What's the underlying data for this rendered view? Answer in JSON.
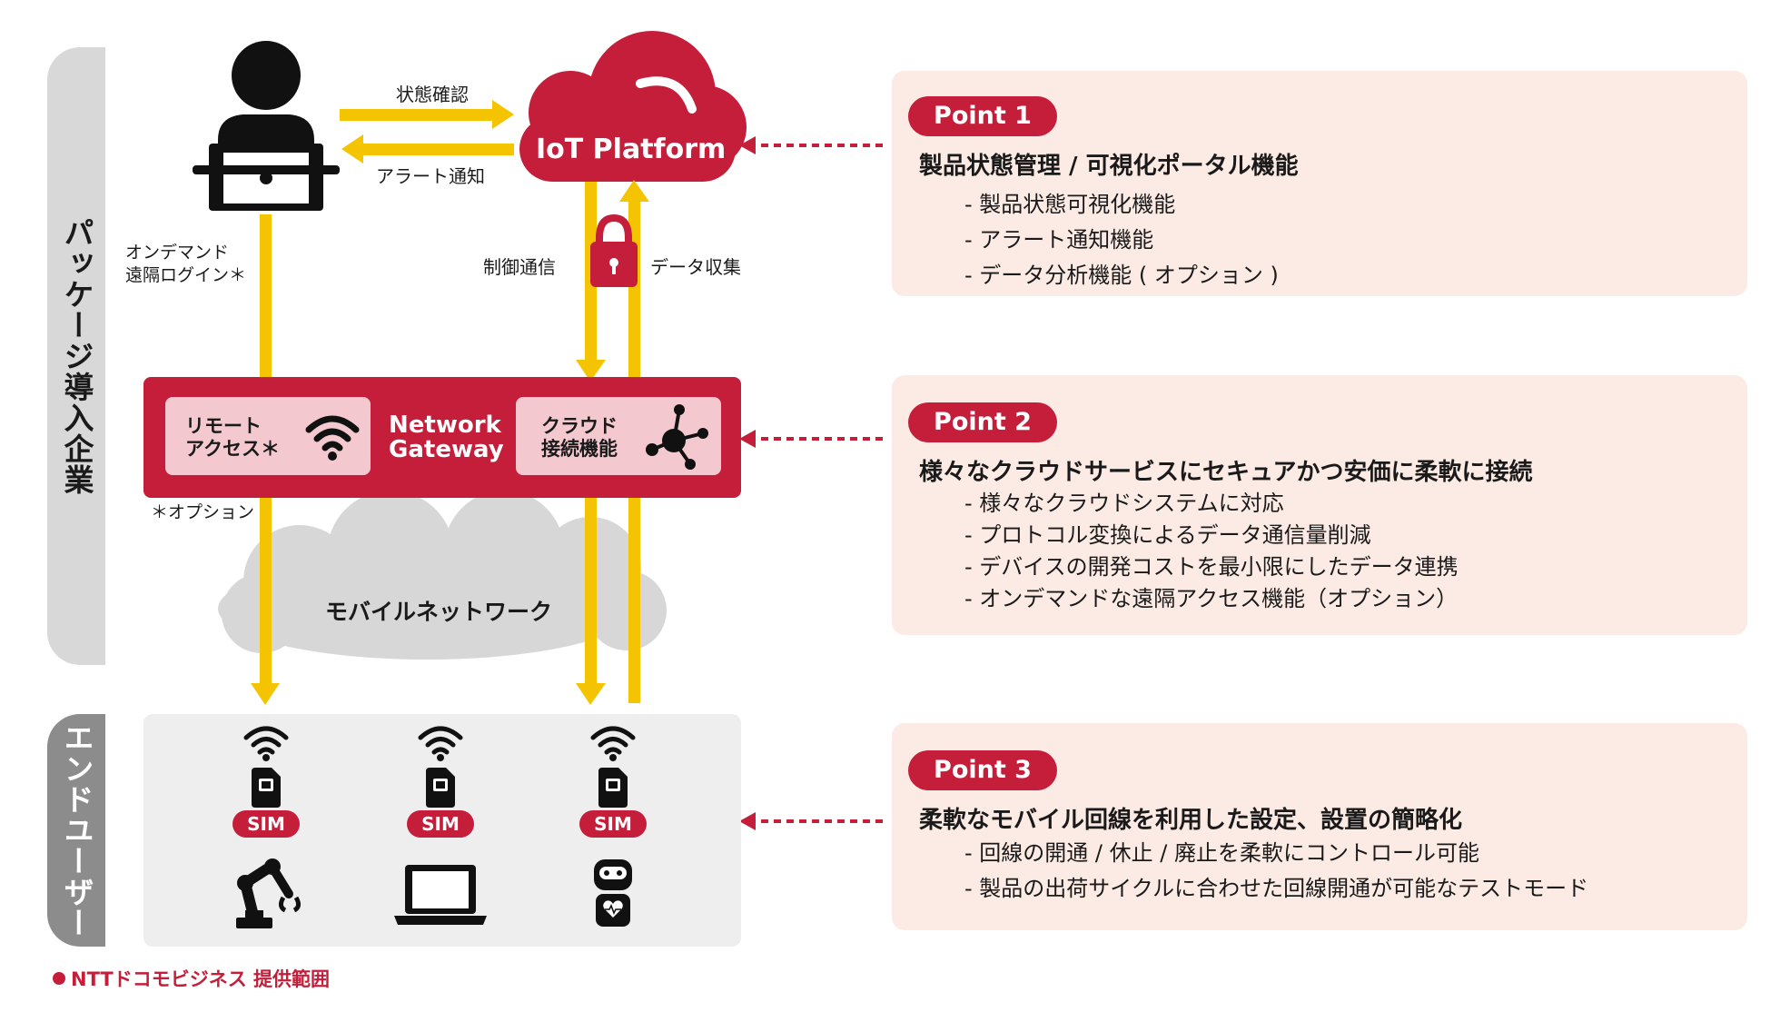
{
  "side_labels": {
    "package_company": "パッケージ導入企業",
    "end_user": "エンドユーザー"
  },
  "diagram": {
    "cloud_title": "IoT Platform",
    "status_check": "状態確認",
    "alert_notice": "アラート通知",
    "on_demand_line1": "オンデマンド",
    "on_demand_line2": "遠隔ログイン＊",
    "control_comm": "制御通信",
    "data_collect": "データ収集",
    "remote_line1": "リモート",
    "remote_line2": "アクセス＊",
    "gateway_line1": "Network",
    "gateway_line2": "Gateway",
    "cloud_conn_line1": "クラウド",
    "cloud_conn_line2": "接続機能",
    "option_note": "＊オプション",
    "mobile_network": "モバイルネットワーク",
    "sim_labels": [
      "SIM",
      "SIM",
      "SIM"
    ],
    "devices": [
      "robot-arm-icon",
      "laptop-icon",
      "robot-icon"
    ]
  },
  "colors": {
    "brand_red": "#c41e3a",
    "arrow_yellow": "#f5c400",
    "card_bg": "#fcebe4",
    "band_light": "#d8d8d8",
    "band_dark": "#8c8c8c"
  },
  "points": [
    {
      "badge": "Point 1",
      "title": "製品状態管理 / 可視化ポータル機能",
      "items": [
        "- 製品状態可視化機能",
        "- アラート通知機能",
        "- データ分析機能 ( オプション )"
      ]
    },
    {
      "badge": "Point 2",
      "title": "様々なクラウドサービスにセキュアかつ安価に柔軟に接続",
      "items": [
        "- 様々なクラウドシステムに対応",
        "- プロトコル変換によるデータ通信量削減",
        "- デバイスの開発コストを最小限にしたデータ連携",
        "- オンデマンドな遠隔アクセス機能（オプション）"
      ]
    },
    {
      "badge": "Point 3",
      "title": "柔軟なモバイル回線を利用した設定、設置の簡略化",
      "items": [
        "-  回線の開通 / 休止 / 廃止を柔軟にコントロール可能",
        "-  製品の出荷サイクルに合わせた回線開通が可能なテストモード"
      ]
    }
  ],
  "footer": "NTTドコモビジネス 提供範囲"
}
